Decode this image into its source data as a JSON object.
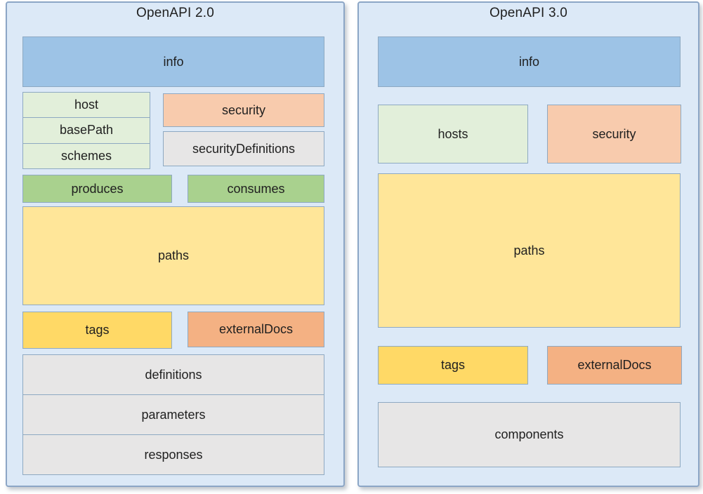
{
  "colors": {
    "panel-bg": "#DCE9F7",
    "panel-border": "#8CA6C6",
    "box-border": "#8EA9C2",
    "blue": "#9DC3E6",
    "light-green": "#E2EFDA",
    "green": "#A9D18E",
    "peach": "#F8CBAD",
    "orange": "#F4B183",
    "yellow": "#FFE699",
    "gold": "#FFD966",
    "gray": "#E7E6E6",
    "text": "#1F1F1F"
  },
  "left": {
    "title": "OpenAPI 2.0",
    "info": "info",
    "host": "host",
    "basePath": "basePath",
    "schemes": "schemes",
    "security": "security",
    "securityDefinitions": "securityDefinitions",
    "produces": "produces",
    "consumes": "consumes",
    "paths": "paths",
    "tags": "tags",
    "externalDocs": "externalDocs",
    "definitions": "definitions",
    "parameters": "parameters",
    "responses": "responses"
  },
  "right": {
    "title": "OpenAPI 3.0",
    "info": "info",
    "hosts": "hosts",
    "security": "security",
    "paths": "paths",
    "tags": "tags",
    "externalDocs": "externalDocs",
    "components": "components"
  }
}
